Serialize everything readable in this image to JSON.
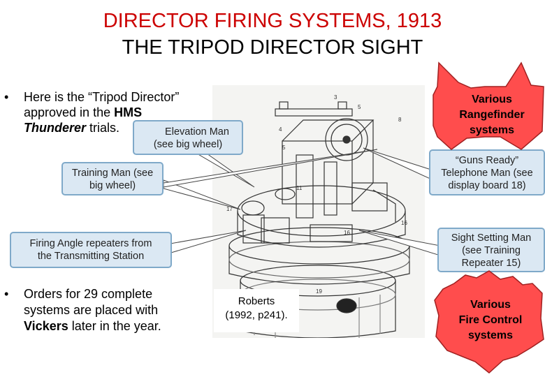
{
  "title": {
    "line1": "DIRECTOR FIRING SYSTEMS, 1913",
    "line2": "THE TRIPOD DIRECTOR SIGHT"
  },
  "bullets": {
    "first": {
      "text_a": "Here is the “Tripod Director”",
      "text_b": "approved in the ",
      "ship": "HMS",
      "ship_name": "Thunderer",
      "text_c": " trials."
    },
    "second": {
      "text_a": "Orders for 29 complete",
      "text_b": "systems are placed with",
      "company": "Vickers",
      "text_c": " later in the year."
    }
  },
  "callouts": {
    "elevation": {
      "line1": "Elevation Man",
      "line2": "(see big wheel)"
    },
    "training": {
      "line1": "Training Man (see",
      "line2": "big wheel)"
    },
    "firing_angle": {
      "line1": "Firing Angle repeaters from",
      "line2": "the Transmitting Station"
    },
    "guns_ready": {
      "line1": "“Guns Ready”",
      "line2": "Telephone Man (see",
      "line3": "display board 18)"
    },
    "sight_setting": {
      "line1": "Sight Setting Man",
      "line2": "(see Training",
      "line3": "Repeater 15)"
    }
  },
  "bursts": {
    "rangefinder": {
      "line1": "Various",
      "line2": "Rangefinder",
      "line3": "systems"
    },
    "fire_control": {
      "line1": "Various",
      "line2": "Fire Control",
      "line3": "systems"
    }
  },
  "credit": {
    "line1": "Roberts",
    "line2": "(1992, p241)."
  },
  "colors": {
    "title_red": "#cc0000",
    "callout_fill": "#dbe8f3",
    "callout_border": "#7fa9c9",
    "burst_fill": "#ff4d4d",
    "burst_stroke": "#a02020"
  }
}
